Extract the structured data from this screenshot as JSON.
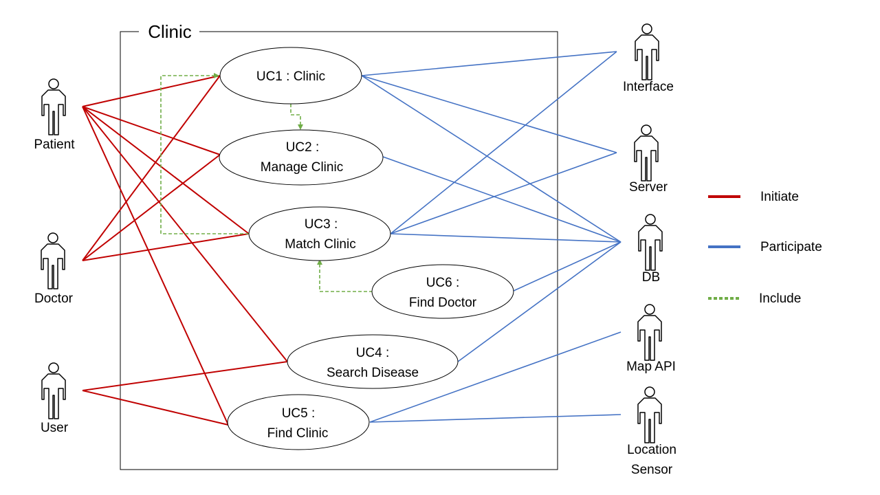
{
  "system": {
    "title": "Clinic"
  },
  "use_cases": [
    {
      "id": "uc1",
      "line1": "UC1 : Clinic",
      "line2": ""
    },
    {
      "id": "uc2",
      "line1": "UC2 :",
      "line2": "Manage Clinic"
    },
    {
      "id": "uc3",
      "line1": "UC3 :",
      "line2": "Match Clinic"
    },
    {
      "id": "uc6",
      "line1": "UC6 :",
      "line2": "Find Doctor"
    },
    {
      "id": "uc4",
      "line1": "UC4 :",
      "line2": "Search Disease"
    },
    {
      "id": "uc5",
      "line1": "UC5 :",
      "line2": "Find Clinic"
    }
  ],
  "actors_left": [
    {
      "id": "patient",
      "label": "Patient"
    },
    {
      "id": "doctor",
      "label": "Doctor"
    },
    {
      "id": "user",
      "label": "User"
    }
  ],
  "actors_right": [
    {
      "id": "interface",
      "label": "Interface"
    },
    {
      "id": "server",
      "label": "Server"
    },
    {
      "id": "db",
      "label": "DB"
    },
    {
      "id": "mapapi",
      "label": "Map API"
    },
    {
      "id": "location",
      "line1": "Location",
      "line2": "Sensor"
    }
  ],
  "legend": [
    {
      "label": "Initiate",
      "color": "#c00000",
      "style": "solid"
    },
    {
      "label": "Participate",
      "color": "#4472c4",
      "style": "solid"
    },
    {
      "label": "Include",
      "color": "#70ad47",
      "style": "dotted"
    }
  ],
  "colors": {
    "initiate": "#c00000",
    "participate": "#4472c4",
    "include": "#70ad47"
  }
}
